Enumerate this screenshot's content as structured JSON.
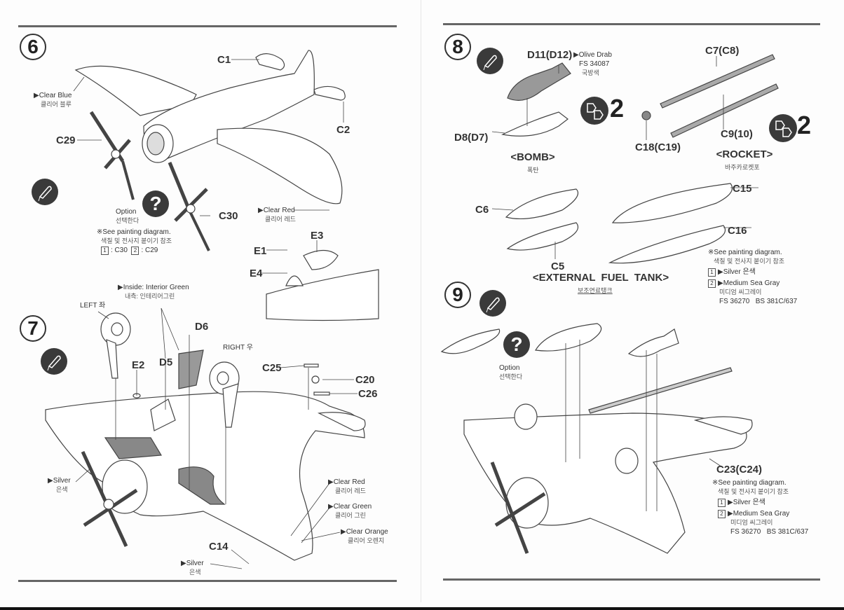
{
  "document": "Model kit assembly instructions (steps 6–9)",
  "left_page": {
    "step6": {
      "number": "6",
      "parts": {
        "c1": "C1",
        "c2": "C2",
        "c29": "C29",
        "c30": "C30",
        "e1": "E1",
        "e3": "E3",
        "e4": "E4"
      },
      "notes": {
        "clear_blue": "▶Clear Blue",
        "clear_blue_kr": "클리어 블루",
        "clear_red": "▶Clear Red",
        "clear_red_kr": "클리어 레드",
        "option": "Option",
        "option_kr": "선택한다",
        "see_painting": "※See painting diagram.",
        "see_painting_kr": "색칠 및 전사지 붙이기 참조",
        "choice1_num": "1",
        "choice1": ": C30",
        "choice2_num": "2",
        "choice2": ": C29"
      },
      "icons": {
        "paint": "paint-brush-icon",
        "option": "question-mark-icon"
      }
    },
    "step7": {
      "number": "7",
      "parts": {
        "e2": "E2",
        "d5": "D5",
        "d6": "D6",
        "c25": "C25",
        "c20": "C20",
        "c26": "C26",
        "c14": "C14"
      },
      "notes": {
        "inside": "▶Inside: Interior Green",
        "inside_kr": "내측: 인테리어그린",
        "left": "LEFT 좌",
        "right": "RIGHT 우",
        "silver": "▶Silver",
        "silver_kr": "은색",
        "clear_red": "▶Clear Red",
        "clear_red_kr": "클리어 레드",
        "clear_green": "▶Clear Green",
        "clear_green_kr": "클리어 그린",
        "clear_orange": "▶Clear Orange",
        "clear_orange_kr": "클리어 오렌지",
        "silver2": "▶Silver",
        "silver2_kr": "은색"
      }
    }
  },
  "right_page": {
    "step8": {
      "number": "8",
      "bomb": {
        "parts": {
          "top": "D11(D12)",
          "bottom": "D8(D7)"
        },
        "paint": "▶Olive Drab",
        "paint_fs": "FS 34087",
        "paint_kr": "국방색",
        "title": "<BOMB>",
        "title_kr": "폭탄",
        "qty": "2"
      },
      "rocket": {
        "parts": {
          "rail": "C7(C8)",
          "hook": "C9(10)",
          "clip": "C18(C19)"
        },
        "title": "<ROCKET>",
        "title_kr": "바주카로켓포",
        "qty": "2"
      },
      "tank": {
        "parts": {
          "c6": "C6",
          "c5": "C5",
          "c15": "C15",
          "c16": "C16"
        },
        "title": "<EXTERNAL  FUEL  TANK>",
        "title_kr": "보조연료탱크"
      },
      "notes": {
        "see_painting": "※See painting diagram.",
        "see_painting_kr": "색칠 및 전사지 붙이기 참조",
        "c1_num": "1",
        "c1": "▶Silver  은색",
        "c2_num": "2",
        "c2": "▶Medium Sea Gray",
        "c2_kr": "미디엄 씨그레이",
        "c2_fs": "FS 36270   BS 381C/637"
      }
    },
    "step9": {
      "number": "9",
      "option": "Option",
      "option_kr": "선택한다",
      "part": "C23(C24)",
      "notes": {
        "see_painting": "※See painting diagram.",
        "see_painting_kr": "색칠 및 전사지 붙이기 참조",
        "c1_num": "1",
        "c1": "▶Silver  은색",
        "c2_num": "2",
        "c2": "▶Medium Sea Gray",
        "c2_kr": "미디엄 씨그레이",
        "c2_fs": "FS 36270   BS 381C/637"
      }
    }
  }
}
